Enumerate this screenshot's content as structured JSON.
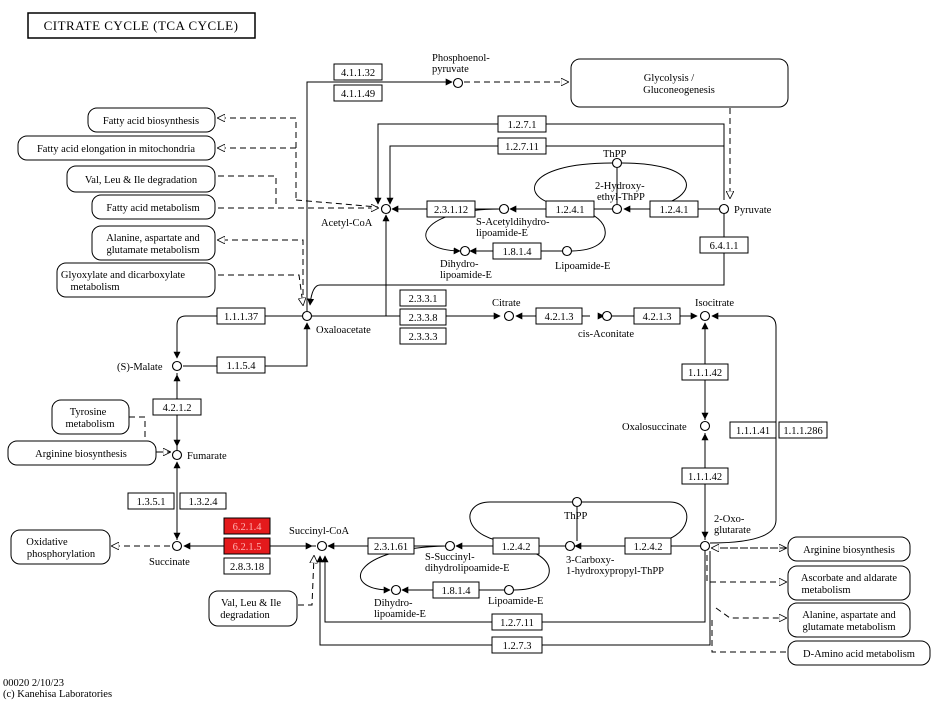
{
  "title": "CITRATE CYCLE (TCA CYCLE)",
  "footer": {
    "id_date": "00020 2/10/23",
    "copyright": "(c) Kanehisa Laboratories"
  },
  "compounds": {
    "pep": [
      "Phosphoenol-",
      "pyruvate"
    ],
    "pyruvate": [
      "Pyruvate"
    ],
    "acetyl_coa": [
      "Acetyl-CoA"
    ],
    "thpp1": [
      "ThPP"
    ],
    "hydroxyethyl_thpp": [
      "2-Hydroxy-",
      "ethyl-ThPP"
    ],
    "s_acetyldihydrolipoamide": [
      "S-Acetyldihydro-",
      "lipoamide-E"
    ],
    "dihydrolipoamide1": [
      "Dihydro-",
      "lipoamide-E"
    ],
    "lipoamide1": [
      "Lipoamide-E"
    ],
    "oxaloacetate": [
      "Oxaloacetate"
    ],
    "citrate": [
      "Citrate"
    ],
    "cis_aconitate": [
      "cis-Aconitate"
    ],
    "isocitrate": [
      "Isocitrate"
    ],
    "malate": [
      "(S)-Malate"
    ],
    "fumarate": [
      "Fumarate"
    ],
    "oxalosuccinate": [
      "Oxalosuccinate"
    ],
    "oxoglutarate": [
      "2-Oxo-",
      "glutarate"
    ],
    "succinate": [
      "Succinate"
    ],
    "succinyl_coa": [
      "Succinyl-CoA"
    ],
    "thpp2": [
      "ThPP"
    ],
    "carboxy_hydroxypropyl": [
      "3-Carboxy-",
      "1-hydroxypropyl-ThPP"
    ],
    "s_succinyldihydrolipoamide": [
      "S-Succinyl-",
      "dihydrolipoamide-E"
    ],
    "dihydrolipoamide2": [
      "Dihydro-",
      "lipoamide-E"
    ],
    "lipoamide2": [
      "Lipoamide-E"
    ]
  },
  "enzymes": {
    "e41132": "4.1.1.32",
    "e41149": "4.1.1.49",
    "e1271a": "1.2.7.1",
    "e12711a": "1.2.7.11",
    "e23112": "2.3.1.12",
    "e1241a": "1.2.4.1",
    "e1241b": "1.2.4.1",
    "e1814a": "1.8.1.4",
    "e6411": "6.4.1.1",
    "e2331": "2.3.3.1",
    "e2338": "2.3.3.8",
    "e2333": "2.3.3.3",
    "e4213a": "4.2.1.3",
    "e4213b": "4.2.1.3",
    "e11137": "1.1.1.37",
    "e1154": "1.1.5.4",
    "e4212": "4.2.1.2",
    "e11142a": "1.1.1.42",
    "e11142b": "1.1.1.42",
    "e11141": "1.1.1.41",
    "e111286": "1.1.1.286",
    "e1351": "1.3.5.1",
    "e1324": "1.3.2.4",
    "e6214": "6.2.1.4",
    "e6215": "6.2.1.5",
    "e28318": "2.8.3.18",
    "e23161": "2.3.1.61",
    "e1242a": "1.2.4.2",
    "e1242b": "1.2.4.2",
    "e1814b": "1.8.1.4",
    "e12711b": "1.2.7.11",
    "e1273": "1.2.7.3"
  },
  "highlight_color": "#e41a1c",
  "highlighted_enzymes": [
    "6.2.1.4",
    "6.2.1.5"
  ],
  "maps": {
    "glycolysis": [
      "Glycolysis /",
      "Gluconeogenesis"
    ],
    "fatty_acid_biosynthesis": [
      "Fatty acid biosynthesis"
    ],
    "fatty_acid_elongation": [
      "Fatty acid elongation in mitochondria"
    ],
    "val_leu_ile_1": [
      "Val, Leu & Ile degradation"
    ],
    "fatty_acid_metabolism": [
      "Fatty acid metabolism"
    ],
    "ala_asp_glu_1": [
      "Alanine, aspartate and",
      "glutamate metabolism"
    ],
    "glyoxylate": [
      "Glyoxylate and dicarboxylate",
      "metabolism"
    ],
    "tyrosine": [
      "Tyrosine",
      "metabolism"
    ],
    "arginine_biosynthesis_1": [
      "Arginine biosynthesis"
    ],
    "oxidative_phosphorylation": [
      "Oxidative",
      "phosphorylation"
    ],
    "val_leu_ile_2": [
      "Val, Leu & Ile",
      "degradation"
    ],
    "arginine_biosynthesis_2": [
      "Arginine biosynthesis"
    ],
    "ascorbate_aldarate": [
      "Ascorbate and aldarate",
      "metabolism"
    ],
    "ala_asp_glu_2": [
      "Alanine, aspartate and",
      "glutamate metabolism"
    ],
    "d_amino_acid": [
      "D-Amino acid metabolism"
    ]
  }
}
